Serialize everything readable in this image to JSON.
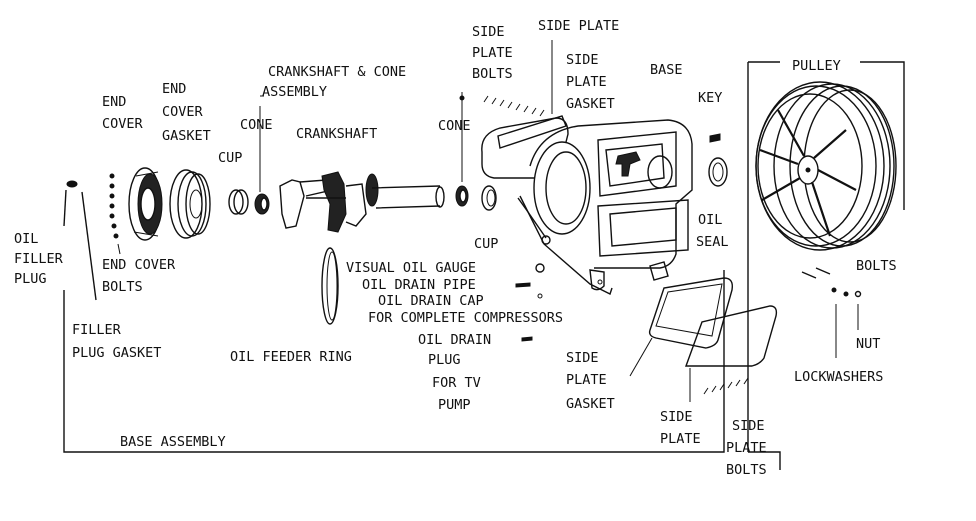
{
  "colors": {
    "ink": "#111111",
    "paper": "#ffffff"
  },
  "labels": {
    "oil_filler_plug": [
      "OIL",
      "FILLER",
      "PLUG"
    ],
    "filler_plug_gasket": [
      "FILLER",
      "PLUG GASKET"
    ],
    "end_cover": [
      "END",
      "COVER"
    ],
    "end_cover_gasket": [
      "END",
      "COVER",
      "GASKET"
    ],
    "end_cover_bolts": [
      "END COVER",
      "BOLTS"
    ],
    "cup_left": "CUP",
    "cone_left": "CONE",
    "crankshaft_cone_assembly": [
      "CRANKSHAFT & CONE",
      "ASSEMBLY"
    ],
    "crankshaft": "CRANKSHAFT",
    "cone_right": "CONE",
    "cup_right": "CUP",
    "side_plate_bolts_top": [
      "SIDE",
      "PLATE",
      "BOLTS"
    ],
    "side_plate_top": "SIDE PLATE",
    "side_plate_gasket_top": [
      "SIDE",
      "PLATE",
      "GASKET"
    ],
    "base": "BASE",
    "key": "KEY",
    "oil_seal": [
      "OIL",
      "SEAL"
    ],
    "pulley": "PULLEY",
    "bolts_right": "BOLTS",
    "nut": "NUT",
    "lockwashers": "LOCKWASHERS",
    "oil_feeder_ring": "OIL FEEDER RING",
    "visual_oil_gauge": "VISUAL OIL GAUGE",
    "oil_drain_pipe": "OIL DRAIN PIPE",
    "oil_drain_cap": [
      "OIL DRAIN CAP",
      "FOR COMPLETE COMPRESSORS"
    ],
    "oil_drain_plug": [
      "OIL DRAIN",
      "PLUG",
      "FOR TV",
      "PUMP"
    ],
    "side_plate_gasket_bottom": [
      "SIDE",
      "PLATE",
      "GASKET"
    ],
    "side_plate_bottom": [
      "SIDE",
      "PLATE"
    ],
    "side_plate_bolts_bottom": [
      "SIDE",
      "PLATE",
      "BOLTS"
    ],
    "base_assembly": "BASE ASSEMBLY"
  }
}
